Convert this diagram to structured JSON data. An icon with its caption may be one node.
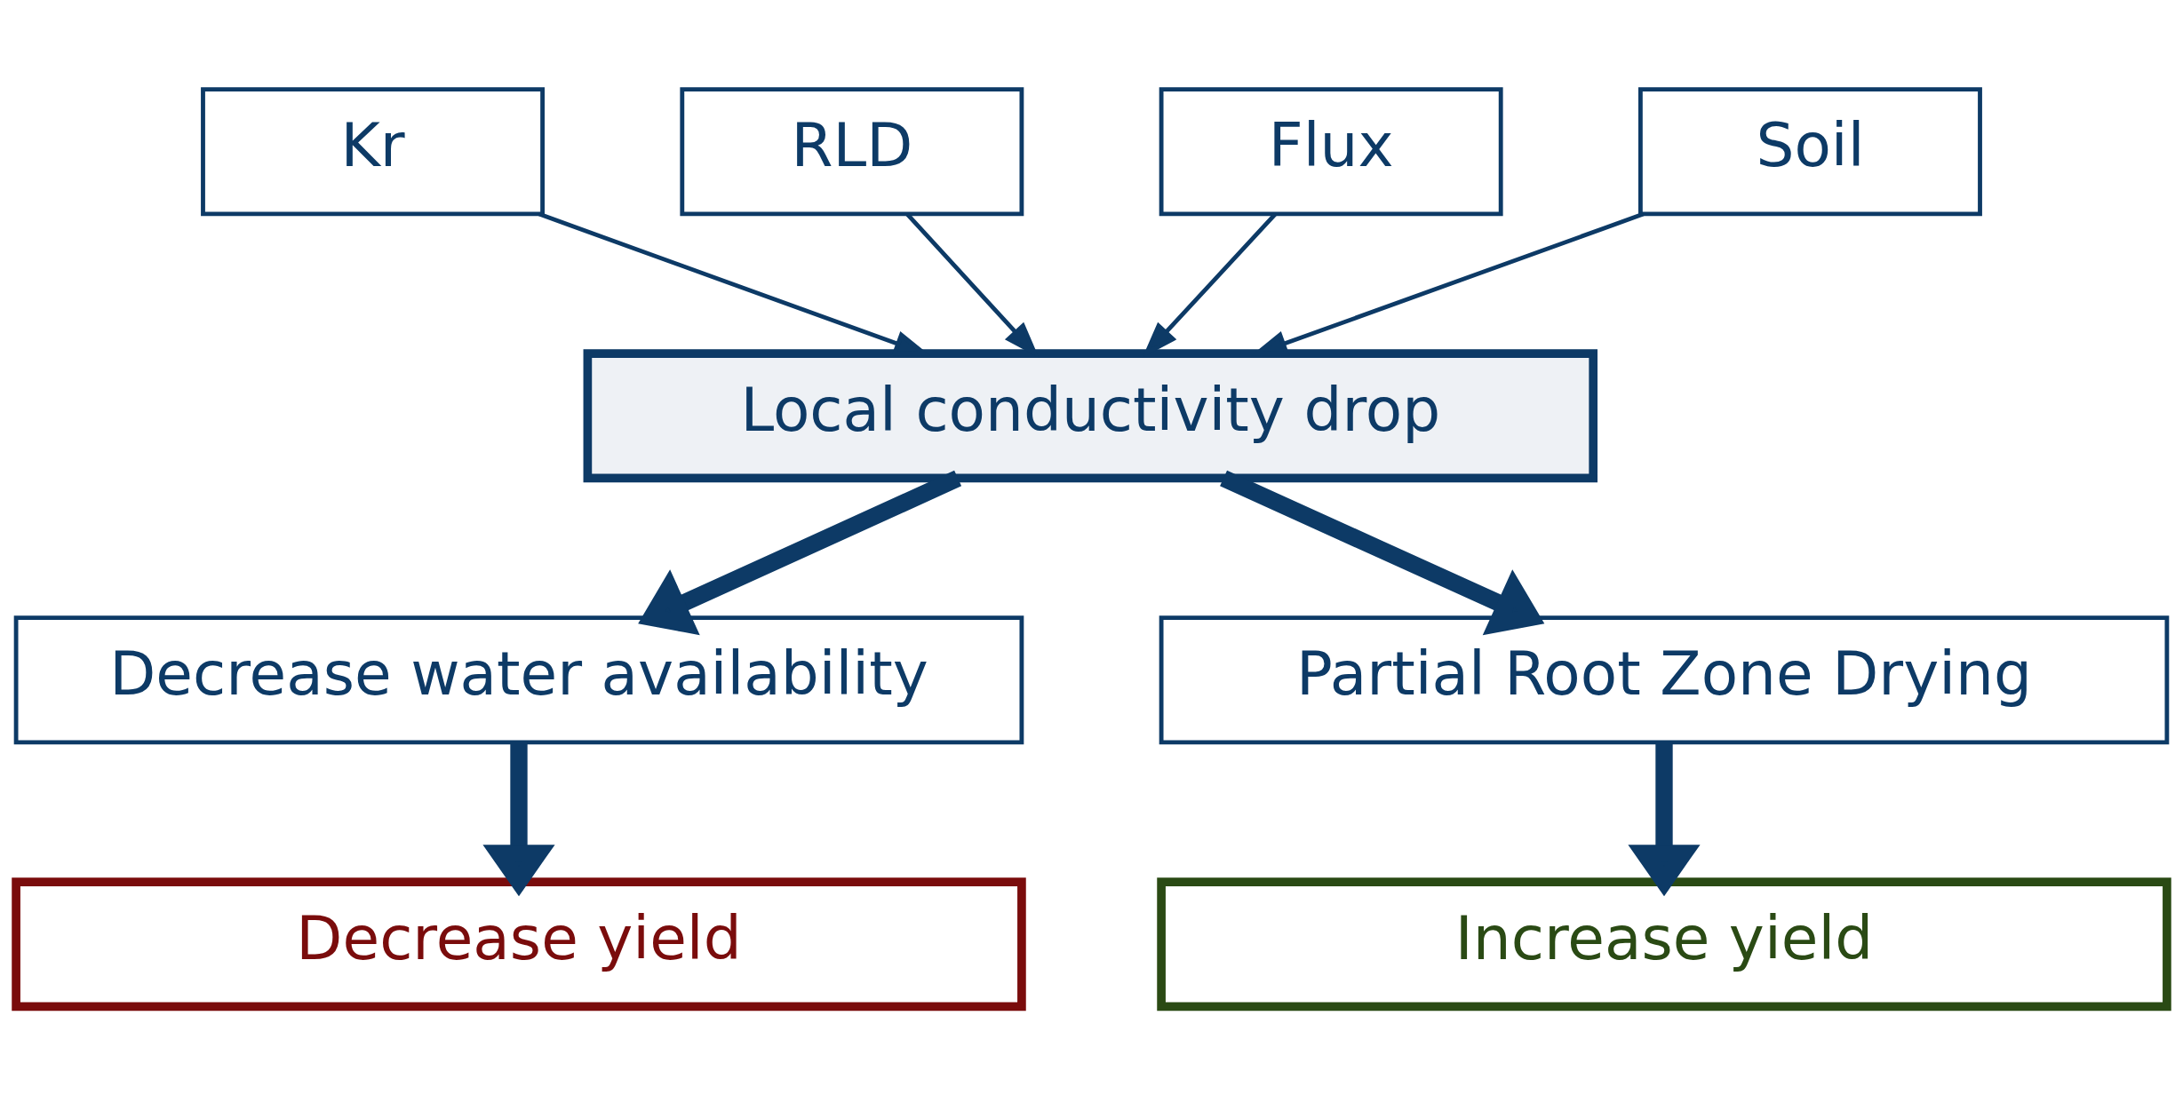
{
  "diagram": {
    "nodes": [
      {
        "text": [
          "Kr"
        ]
      },
      {
        "text": [
          "RLD"
        ]
      },
      {
        "text": [
          "Flux"
        ]
      },
      {
        "text": [
          "Soil"
        ]
      },
      {
        "text": [
          "Local conductivity drop"
        ]
      },
      {
        "text": [
          "Decrease water availability"
        ]
      },
      {
        "text": [
          "Partial Root Zone Drying"
        ]
      },
      {
        "text": [
          "Decrease yield"
        ]
      },
      {
        "text": [
          "Increase yield"
        ]
      }
    ],
    "edges": [
      {
        "from": 0,
        "to": 4,
        "arrow": "to"
      },
      {
        "from": 1,
        "to": 4,
        "arrow": "to"
      },
      {
        "from": 2,
        "to": 4,
        "arrow": "to"
      },
      {
        "from": 3,
        "to": 4,
        "arrow": "to"
      },
      {
        "from": 4,
        "to": 5,
        "arrow": "to",
        "style": "thick"
      },
      {
        "from": 4,
        "to": 6,
        "arrow": "to",
        "style": "thick"
      },
      {
        "from": 5,
        "to": 7,
        "arrow": "to",
        "style": "thick"
      },
      {
        "from": 6,
        "to": 8,
        "arrow": "to",
        "style": "thick"
      }
    ]
  }
}
